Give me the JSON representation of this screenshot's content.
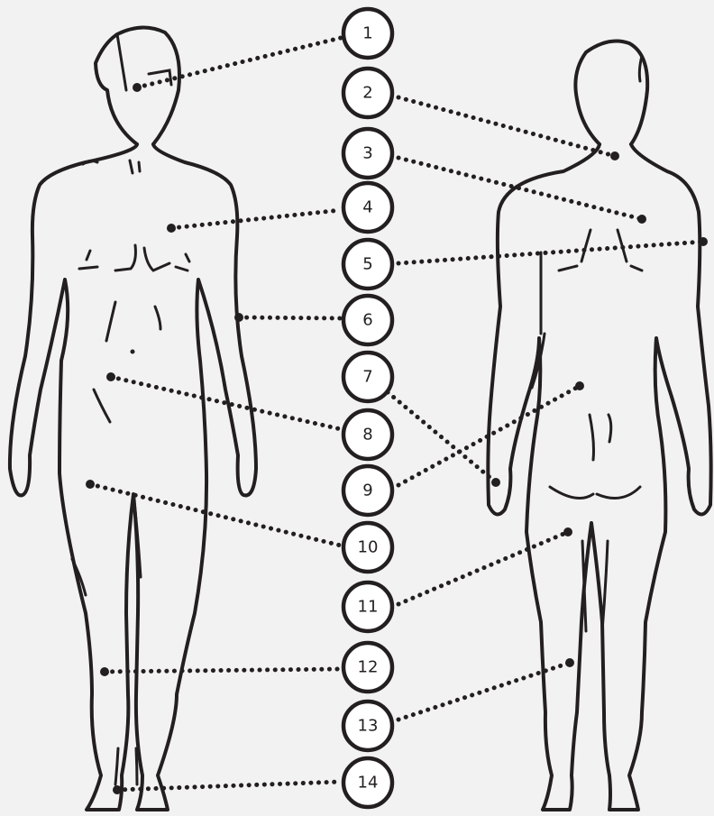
{
  "labels": [
    {
      "id": 1,
      "text": "1"
    },
    {
      "id": 2,
      "text": "2"
    },
    {
      "id": 3,
      "text": "3"
    },
    {
      "id": 4,
      "text": "4"
    },
    {
      "id": 5,
      "text": "5"
    },
    {
      "id": 6,
      "text": "6"
    },
    {
      "id": 7,
      "text": "7"
    },
    {
      "id": 8,
      "text": "8"
    },
    {
      "id": 9,
      "text": "9"
    },
    {
      "id": 10,
      "text": "10"
    },
    {
      "id": 11,
      "text": "11"
    },
    {
      "id": 12,
      "text": "12"
    },
    {
      "id": 13,
      "text": "13"
    },
    {
      "id": 14,
      "text": "14"
    }
  ],
  "colors": {
    "line": "#231f20",
    "background": "#f2f2f2",
    "badge": "#ffffff"
  }
}
